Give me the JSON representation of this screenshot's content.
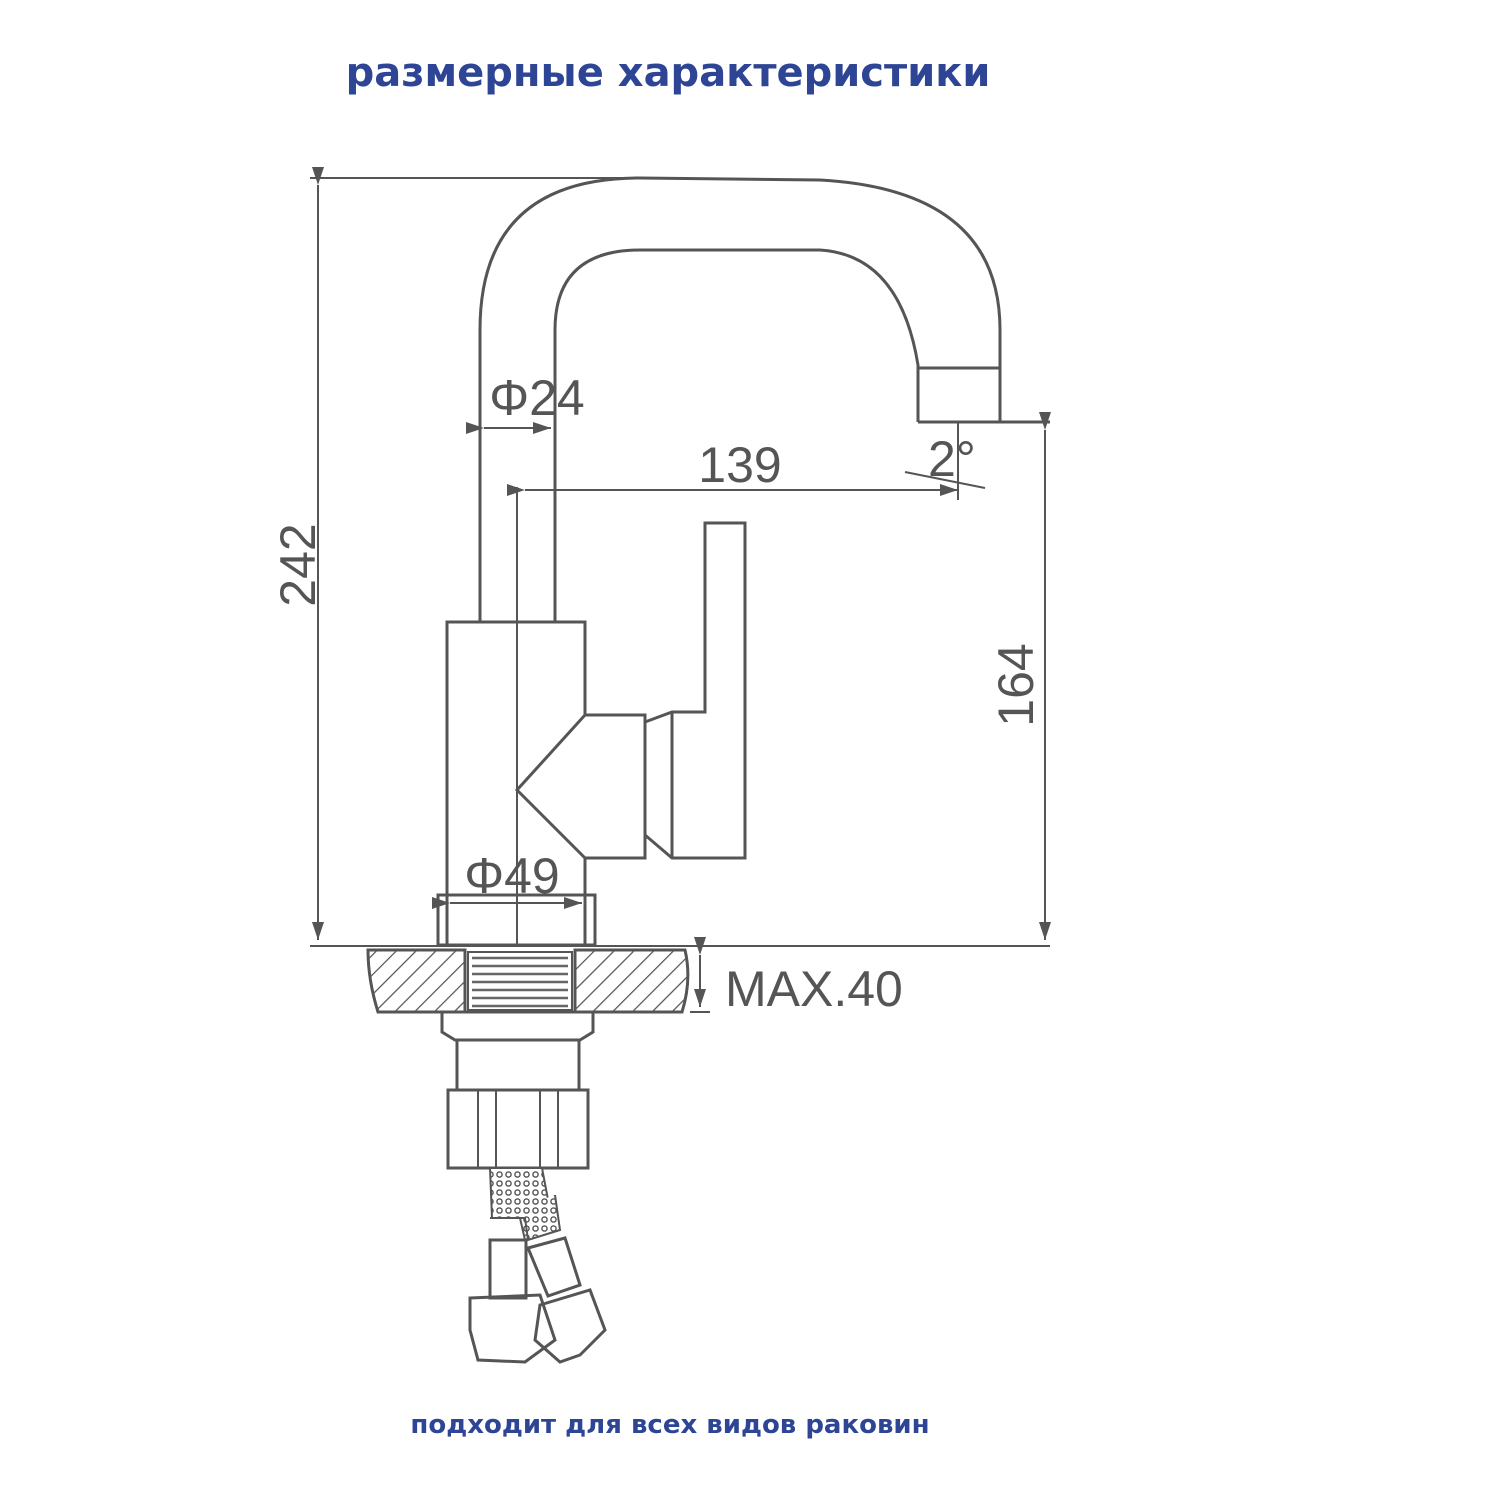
{
  "title": "размерные характеристики",
  "footer": "подходит для всех видов раковин",
  "colors": {
    "text_accent": "#2d4594",
    "line": "#555555"
  },
  "dimensions": {
    "total_height": "242",
    "spout_height": "164",
    "spout_reach": "139",
    "spout_diameter": "Φ24",
    "base_diameter": "Φ49",
    "max_counter_thickness": "MAX.40",
    "spout_angle": "2°"
  }
}
